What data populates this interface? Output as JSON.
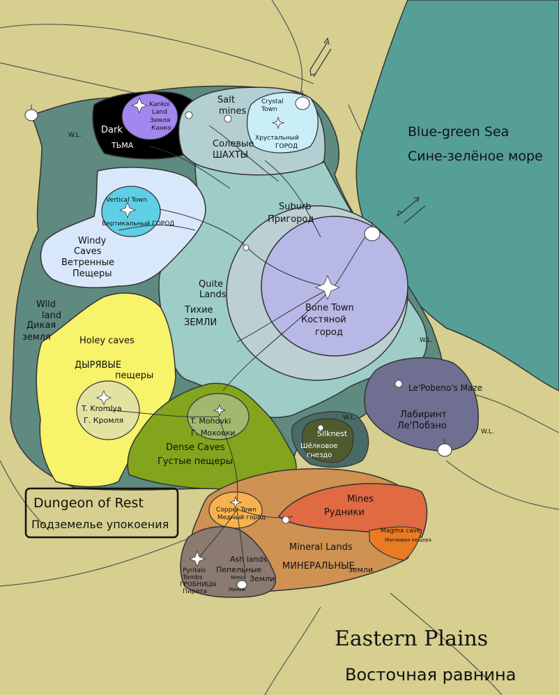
{
  "map": {
    "title": {
      "en": "Dungeon of Rest",
      "ru": "Подземелье упокоения"
    },
    "sea": {
      "en": "Blue-green Sea",
      "ru": "Сине-зелёное море"
    },
    "plains": {
      "en": "Eastern Plains",
      "ru": "Восточная равнина"
    },
    "regions": {
      "dark": {
        "en": "Dark",
        "ru": "ТЬМА"
      },
      "kankoi": {
        "line1": "Kankoi",
        "line2": "Land",
        "line3": "Земля",
        "line4": "Канко"
      },
      "salt_mines": {
        "line1": "Salt",
        "line2": "mines",
        "ru1": "Солевые",
        "ru2": "ШАХТЫ"
      },
      "crystal_town": {
        "line1": "Crystal",
        "line2": "Town",
        "ru1": "Хрустальный",
        "ru2": "ГОРОД"
      },
      "vertical_town": {
        "en": "Vertical Town",
        "ru": "Вертикальный ГОРОД"
      },
      "windy_caves": {
        "line1": "Windy",
        "line2": "Caves",
        "ru1": "Ветренные",
        "ru2": "Пещеры"
      },
      "suburb": {
        "en": "Suburb",
        "ru": "Пригород"
      },
      "quite_lands": {
        "line1": "Quite",
        "line2": "Lands",
        "ru1": "Тихие",
        "ru2": "ЗЕМЛИ"
      },
      "bone_town": {
        "en": "Bone Town",
        "ru1": "Костяной",
        "ru2": "город"
      },
      "wild_land": {
        "line1": "Wild",
        "line2": "land",
        "ru1": "Дикая",
        "ru2": "земля"
      },
      "holey_caves": {
        "en": "Holey caves",
        "ru1": "ДЫРЯВЫЕ",
        "ru2": "пещеры"
      },
      "kromlya": {
        "en": "T. Kromlya",
        "ru": "Г. Кромля"
      },
      "mohovki": {
        "en": "T. Mohovki",
        "ru": "Г. Моховки"
      },
      "dense_caves": {
        "en": "Dense Caves",
        "ru": "Густые пещеры"
      },
      "silknest": {
        "en": "Silknest",
        "ru1": "Шёлковое",
        "ru2": "гнездо"
      },
      "maze": {
        "en": "Le'Pobeno's Maze",
        "ru1": "Лабиринт",
        "ru2": "Ле'Побэно"
      },
      "mines": {
        "en": "Mines",
        "ru": "Рудники"
      },
      "copper_town": {
        "en": "Copper Town",
        "ru": "Медный город"
      },
      "magma_cave": {
        "en": "Magma cave",
        "ru": "Магмовая пещера"
      },
      "mineral_lands": {
        "en": "Mineral Lands",
        "ru1": "МИНЕРАЛЬНЫЕ",
        "ru2": "земли"
      },
      "ash_lands": {
        "en": "Ash lands",
        "ru1": "Пепельные",
        "ru2": "Земли"
      },
      "pyritals": {
        "line1": "Pyritals",
        "line2": "Tombs",
        "ru1": "ГРОБНИЦЫ",
        "ru2": "Пирита"
      },
      "mimic": {
        "en": "Mimic",
        "ru": "Мимик"
      }
    },
    "wl_labels": {
      "wl1": "W.L.",
      "wl2": "W.L.",
      "wl3": "W.L.",
      "wl4": "W.L."
    }
  },
  "colors": {
    "plains": "#d6cf8f",
    "sea": "#569f97",
    "wild_land": "#5f8a80",
    "dark": "#000000",
    "kankoi": "#a287f0",
    "salt_mines": "#b4cfd2",
    "crystal_town": "#c9eef8",
    "windy_caves": "#d8e8fa",
    "vertical_town": "#5fcfe6",
    "quite_lands": "#9dcdc6",
    "suburb": "#bccfd2",
    "bone_town": "#b7b8e6",
    "holey_caves": "#f7f36a",
    "kromlya": "#e3e2a2",
    "dense_caves": "#83a51e",
    "mohovki": "#a2b86f",
    "silknest": "#4f5a2e",
    "silknest_rim": "#4a6a66",
    "maze": "#6f7091",
    "mineral_lands": "#cf9253",
    "mines": "#e06a42",
    "magma_cave": "#ea7b22",
    "copper_town": "#f7b250",
    "ash_lands": "#8a7a70"
  },
  "icons": {
    "town_star": "four-point-star-icon",
    "spire": "spire-icon",
    "cave_mark": "cave-dot-icon"
  }
}
